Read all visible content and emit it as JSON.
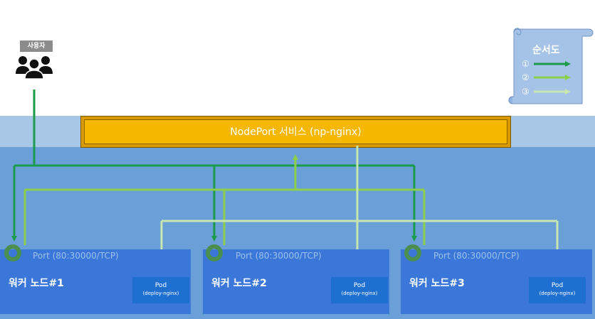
{
  "user": {
    "label": "사용자",
    "icon": "users-icon"
  },
  "service": {
    "label": "NodePort 서비스 (np-nginx)",
    "color": "#f5b700"
  },
  "nodes": [
    {
      "port": "Port (80:30000/TCP)",
      "title": "워커 노드#1",
      "pod_name": "Pod",
      "pod_sub": "(deploy-nginx)"
    },
    {
      "port": "Port (80:30000/TCP)",
      "title": "워커 노드#2",
      "pod_name": "Pod",
      "pod_sub": "(deploy-nginx)"
    },
    {
      "port": "Port (80:30000/TCP)",
      "title": "워커 노드#3",
      "pod_name": "Pod",
      "pod_sub": "(deploy-nginx)"
    }
  ],
  "legend": {
    "title": "순서도",
    "steps": [
      {
        "num": "①",
        "color": "#1a9b4b"
      },
      {
        "num": "②",
        "color": "#8ccf4a"
      },
      {
        "num": "③",
        "color": "#c8e6b0"
      }
    ]
  },
  "colors": {
    "flow_1": "#1a9b4b",
    "flow_2": "#8ccf4a",
    "flow_3": "#c8e6b0",
    "node": "#3a77d8",
    "pod": "#1f6fd1"
  }
}
